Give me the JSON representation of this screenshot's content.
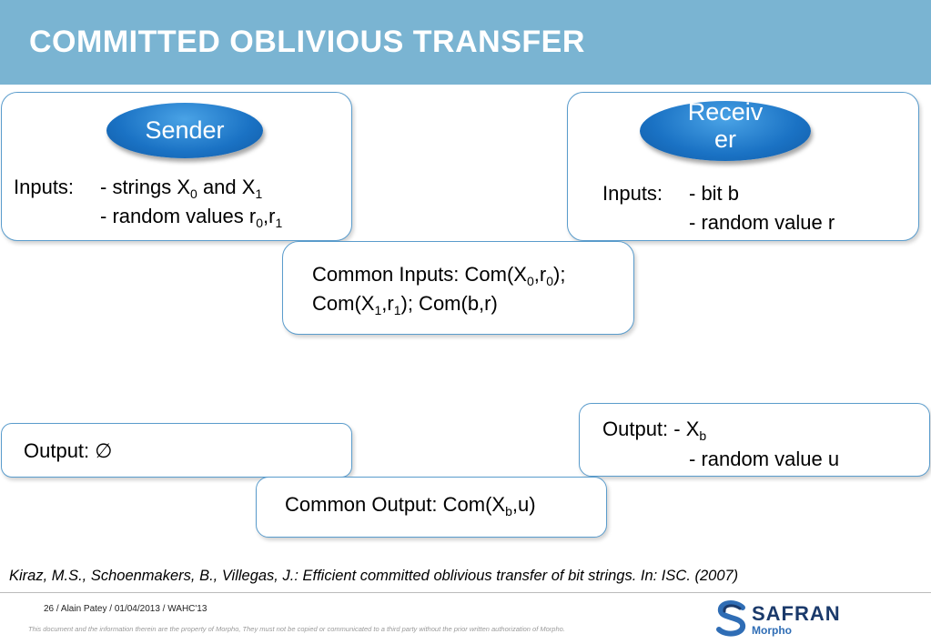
{
  "slide": {
    "title": "COMMITTED OBLIVIOUS TRANSFER"
  },
  "sender": {
    "label": "Sender",
    "inputs_prefix": "Inputs:",
    "line1_a": "- strings X",
    "line1_sub_a": "0",
    "line1_b": " and X",
    "line1_sub_b": "1",
    "line2_a": "- random values r",
    "line2_sub_a": "0",
    "line2_b": ",r",
    "line2_sub_b": "1"
  },
  "receiver": {
    "label_line1": "Receiv",
    "label_line2": "er",
    "inputs_prefix": "Inputs:",
    "line1": "- bit b",
    "line2": "- random value r"
  },
  "common_inputs": {
    "l1_a": "Common Inputs:  Com(X",
    "l1_sub_a": "0",
    "l1_b": ",r",
    "l1_sub_b": "0",
    "l1_c": ");",
    "l2_a": "Com(X",
    "l2_sub_a": "1",
    "l2_b": ",r",
    "l2_sub_b": "1",
    "l2_c": "); Com(b,r)"
  },
  "sender_output": {
    "text": "Output: ∅"
  },
  "receiver_output": {
    "l1_a": "Output: - X",
    "l1_sub": "b",
    "l2": "- random value u"
  },
  "common_output": {
    "a": "Common Output:  Com(X",
    "sub": "b",
    "b": ",u)"
  },
  "citation": "Kiraz, M.S., Schoenmakers, B., Villegas, J.: Efficient committed oblivious transfer of bit strings. In: ISC. (2007)",
  "footer": {
    "meta": "26 /   Alain Patey / 01/04/2013 / WAHC'13",
    "disclaimer": "This document and the information therein are the property of Morpho, They must not be copied or communicated to a third party without the prior written authorization of Morpho.",
    "logo_word": "SAFRAN",
    "logo_sub": "Morpho"
  },
  "colors": {
    "header": "#7ab4d2",
    "box_border": "#5a9ccc",
    "pill": "#1a72c4",
    "logo_dark": "#1b3a6b",
    "logo_light": "#2f6db5"
  }
}
